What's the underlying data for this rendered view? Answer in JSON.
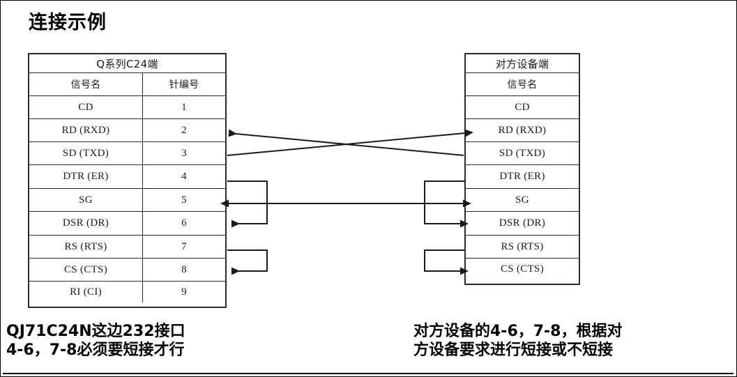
{
  "page": {
    "title": "连接示例",
    "line_color": "#2b2b2b",
    "text_color": "#1a1a1a",
    "background": "#ffffff"
  },
  "left_table": {
    "title": "Q系列C24端",
    "columns": [
      "信号名",
      "针编号"
    ],
    "rows": [
      {
        "signal": "CD",
        "pin": "1"
      },
      {
        "signal": "RD (RXD)",
        "pin": "2"
      },
      {
        "signal": "SD (TXD)",
        "pin": "3"
      },
      {
        "signal": "DTR (ER)",
        "pin": "4"
      },
      {
        "signal": "SG",
        "pin": "5"
      },
      {
        "signal": "DSR (DR)",
        "pin": "6"
      },
      {
        "signal": "RS (RTS)",
        "pin": "7"
      },
      {
        "signal": "CS (CTS)",
        "pin": "8"
      },
      {
        "signal": "RI (CI)",
        "pin": "9"
      }
    ]
  },
  "right_table": {
    "title": "对方设备端",
    "columns": [
      "信号名"
    ],
    "rows": [
      {
        "signal": "CD"
      },
      {
        "signal": "RD (RXD)"
      },
      {
        "signal": "SD (TXD)"
      },
      {
        "signal": "DTR (ER)"
      },
      {
        "signal": "SG"
      },
      {
        "signal": "DSR (DR)"
      },
      {
        "signal": "RS (RTS)"
      },
      {
        "signal": "CS (CTS)"
      }
    ]
  },
  "notes": {
    "left_line1": "QJ71C24N这边232接口",
    "left_line2": "4-6，7-8必须要短接才行",
    "right_line1": "对方设备的4-6，7-8，根据对",
    "right_line2": "方设备要求进行短接或不短接"
  },
  "wiring": {
    "connections": [
      {
        "name": "rd-from-remote-sd",
        "from": "right SD (TXD)",
        "to": "left RD (RXD)",
        "style": "cross"
      },
      {
        "name": "sd-to-remote-rd",
        "from": "left SD (TXD)",
        "to": "right RD (RXD)",
        "style": "cross"
      },
      {
        "name": "sg-to-sg",
        "from": "left SG",
        "to": "right SG",
        "style": "straight"
      }
    ],
    "jumpers": [
      {
        "name": "left-jumper-4-6",
        "side": "left",
        "pins": "4-6"
      },
      {
        "name": "left-jumper-7-8",
        "side": "left",
        "pins": "7-8"
      },
      {
        "name": "right-jumper-4-6",
        "side": "right",
        "pins": "4-6"
      },
      {
        "name": "right-jumper-7-8",
        "side": "right",
        "pins": "7-8"
      }
    ]
  }
}
